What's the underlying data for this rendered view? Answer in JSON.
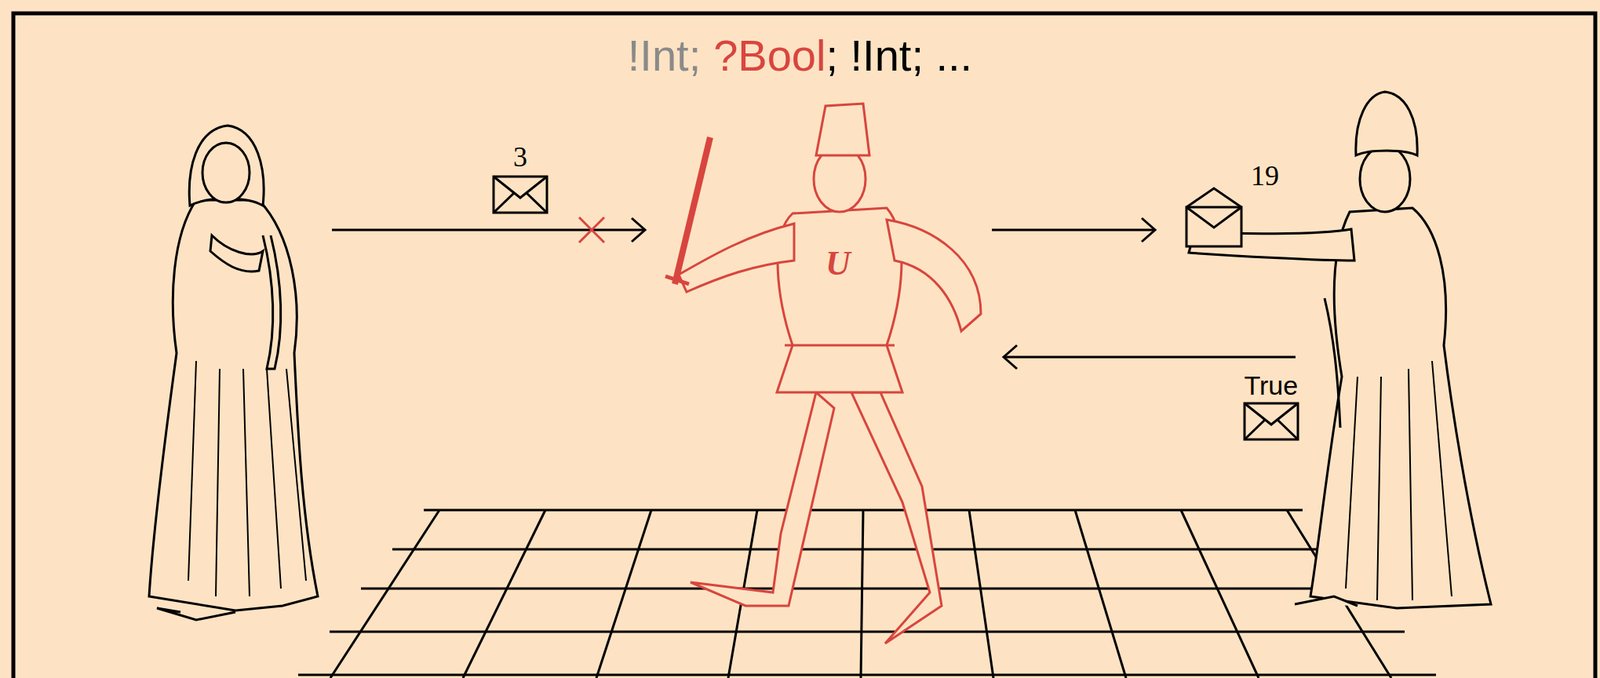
{
  "diagram": {
    "nodes": [
      {
        "text": [
          "U"
        ]
      }
    ],
    "labels": [
      "!Int;",
      "?Bool",
      "; !Int; ...",
      "3",
      "19",
      "True"
    ]
  }
}
